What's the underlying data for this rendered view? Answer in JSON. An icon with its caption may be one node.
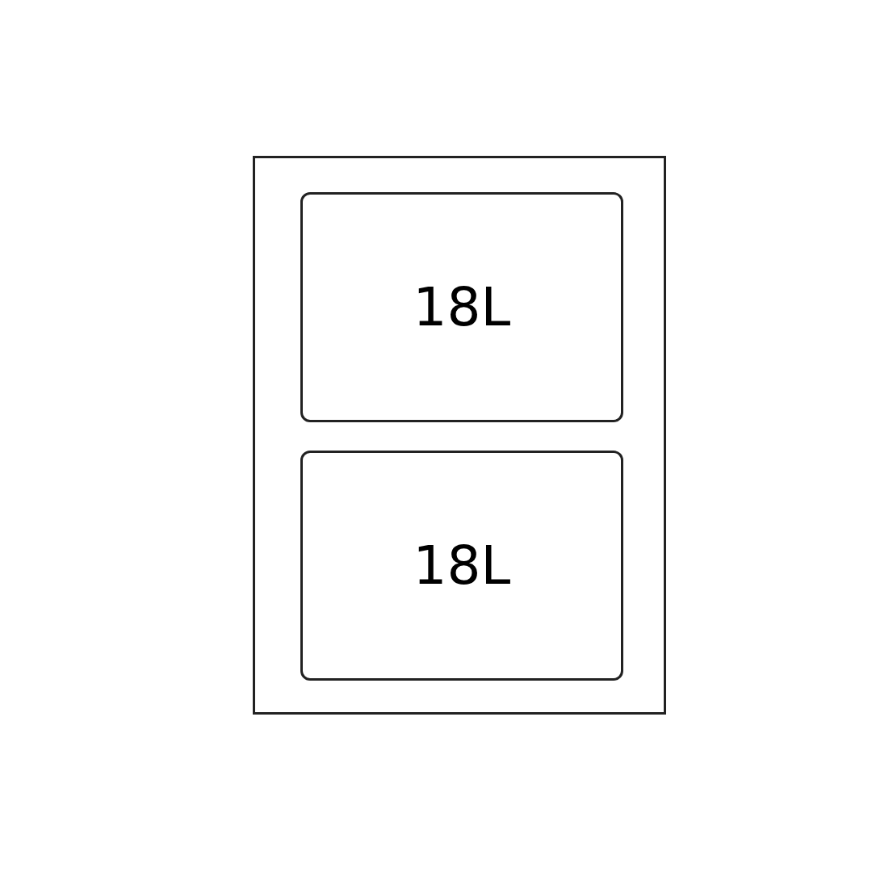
{
  "diagram": {
    "nodes": [
      {
        "text": [],
        "shape": "box"
      },
      {
        "text": [
          "18L"
        ],
        "in": 0
      },
      {
        "text": [
          "18L"
        ],
        "in": 0
      }
    ]
  }
}
